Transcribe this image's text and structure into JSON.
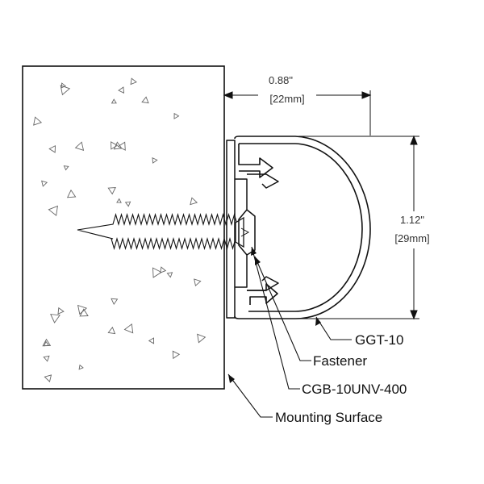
{
  "dimensions": {
    "width_in": "0.88\"",
    "width_mm": "[22mm]",
    "height_in": "1.12\"",
    "height_mm": "[29mm]"
  },
  "callouts": {
    "guard": "GGT-10",
    "fastener": "Fastener",
    "retainer": "CGB-10UNV-400",
    "surface": "Mounting Surface"
  },
  "colors": {
    "line": "#111111",
    "concrete_speck": "#666666"
  }
}
